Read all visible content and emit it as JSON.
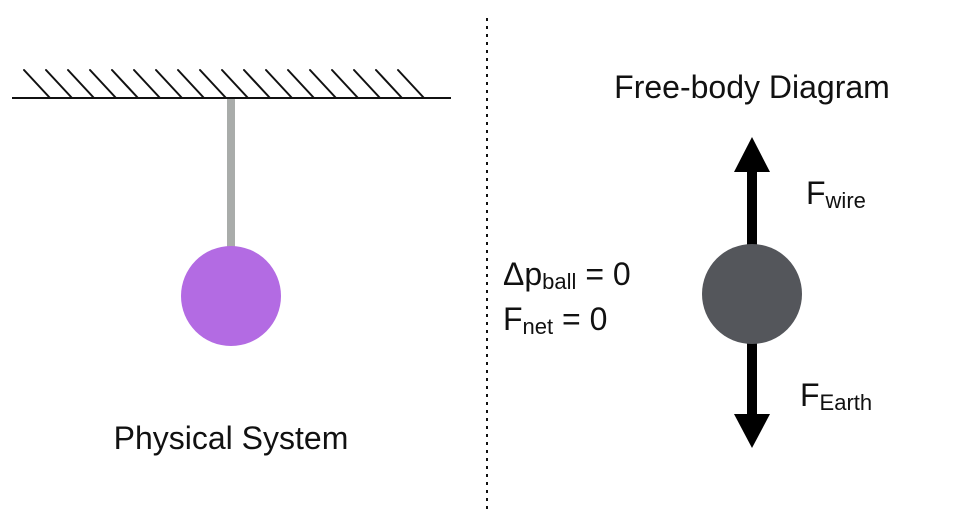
{
  "physical_system": {
    "caption": "Physical System",
    "ball_color": "#b36be3",
    "wire_color": "#a9acaa"
  },
  "free_body": {
    "title": "Free-body Diagram",
    "ball_color": "#54565b",
    "arrow_color": "#000000",
    "force_up": {
      "main": "F",
      "sub": "wire"
    },
    "force_down": {
      "main": "F",
      "sub": "Earth"
    }
  },
  "equations": {
    "momentum": {
      "main": "Δp",
      "sub": "ball",
      "rest": " = 0"
    },
    "net_force": {
      "main": "F",
      "sub": "net",
      "rest": " = 0"
    }
  }
}
